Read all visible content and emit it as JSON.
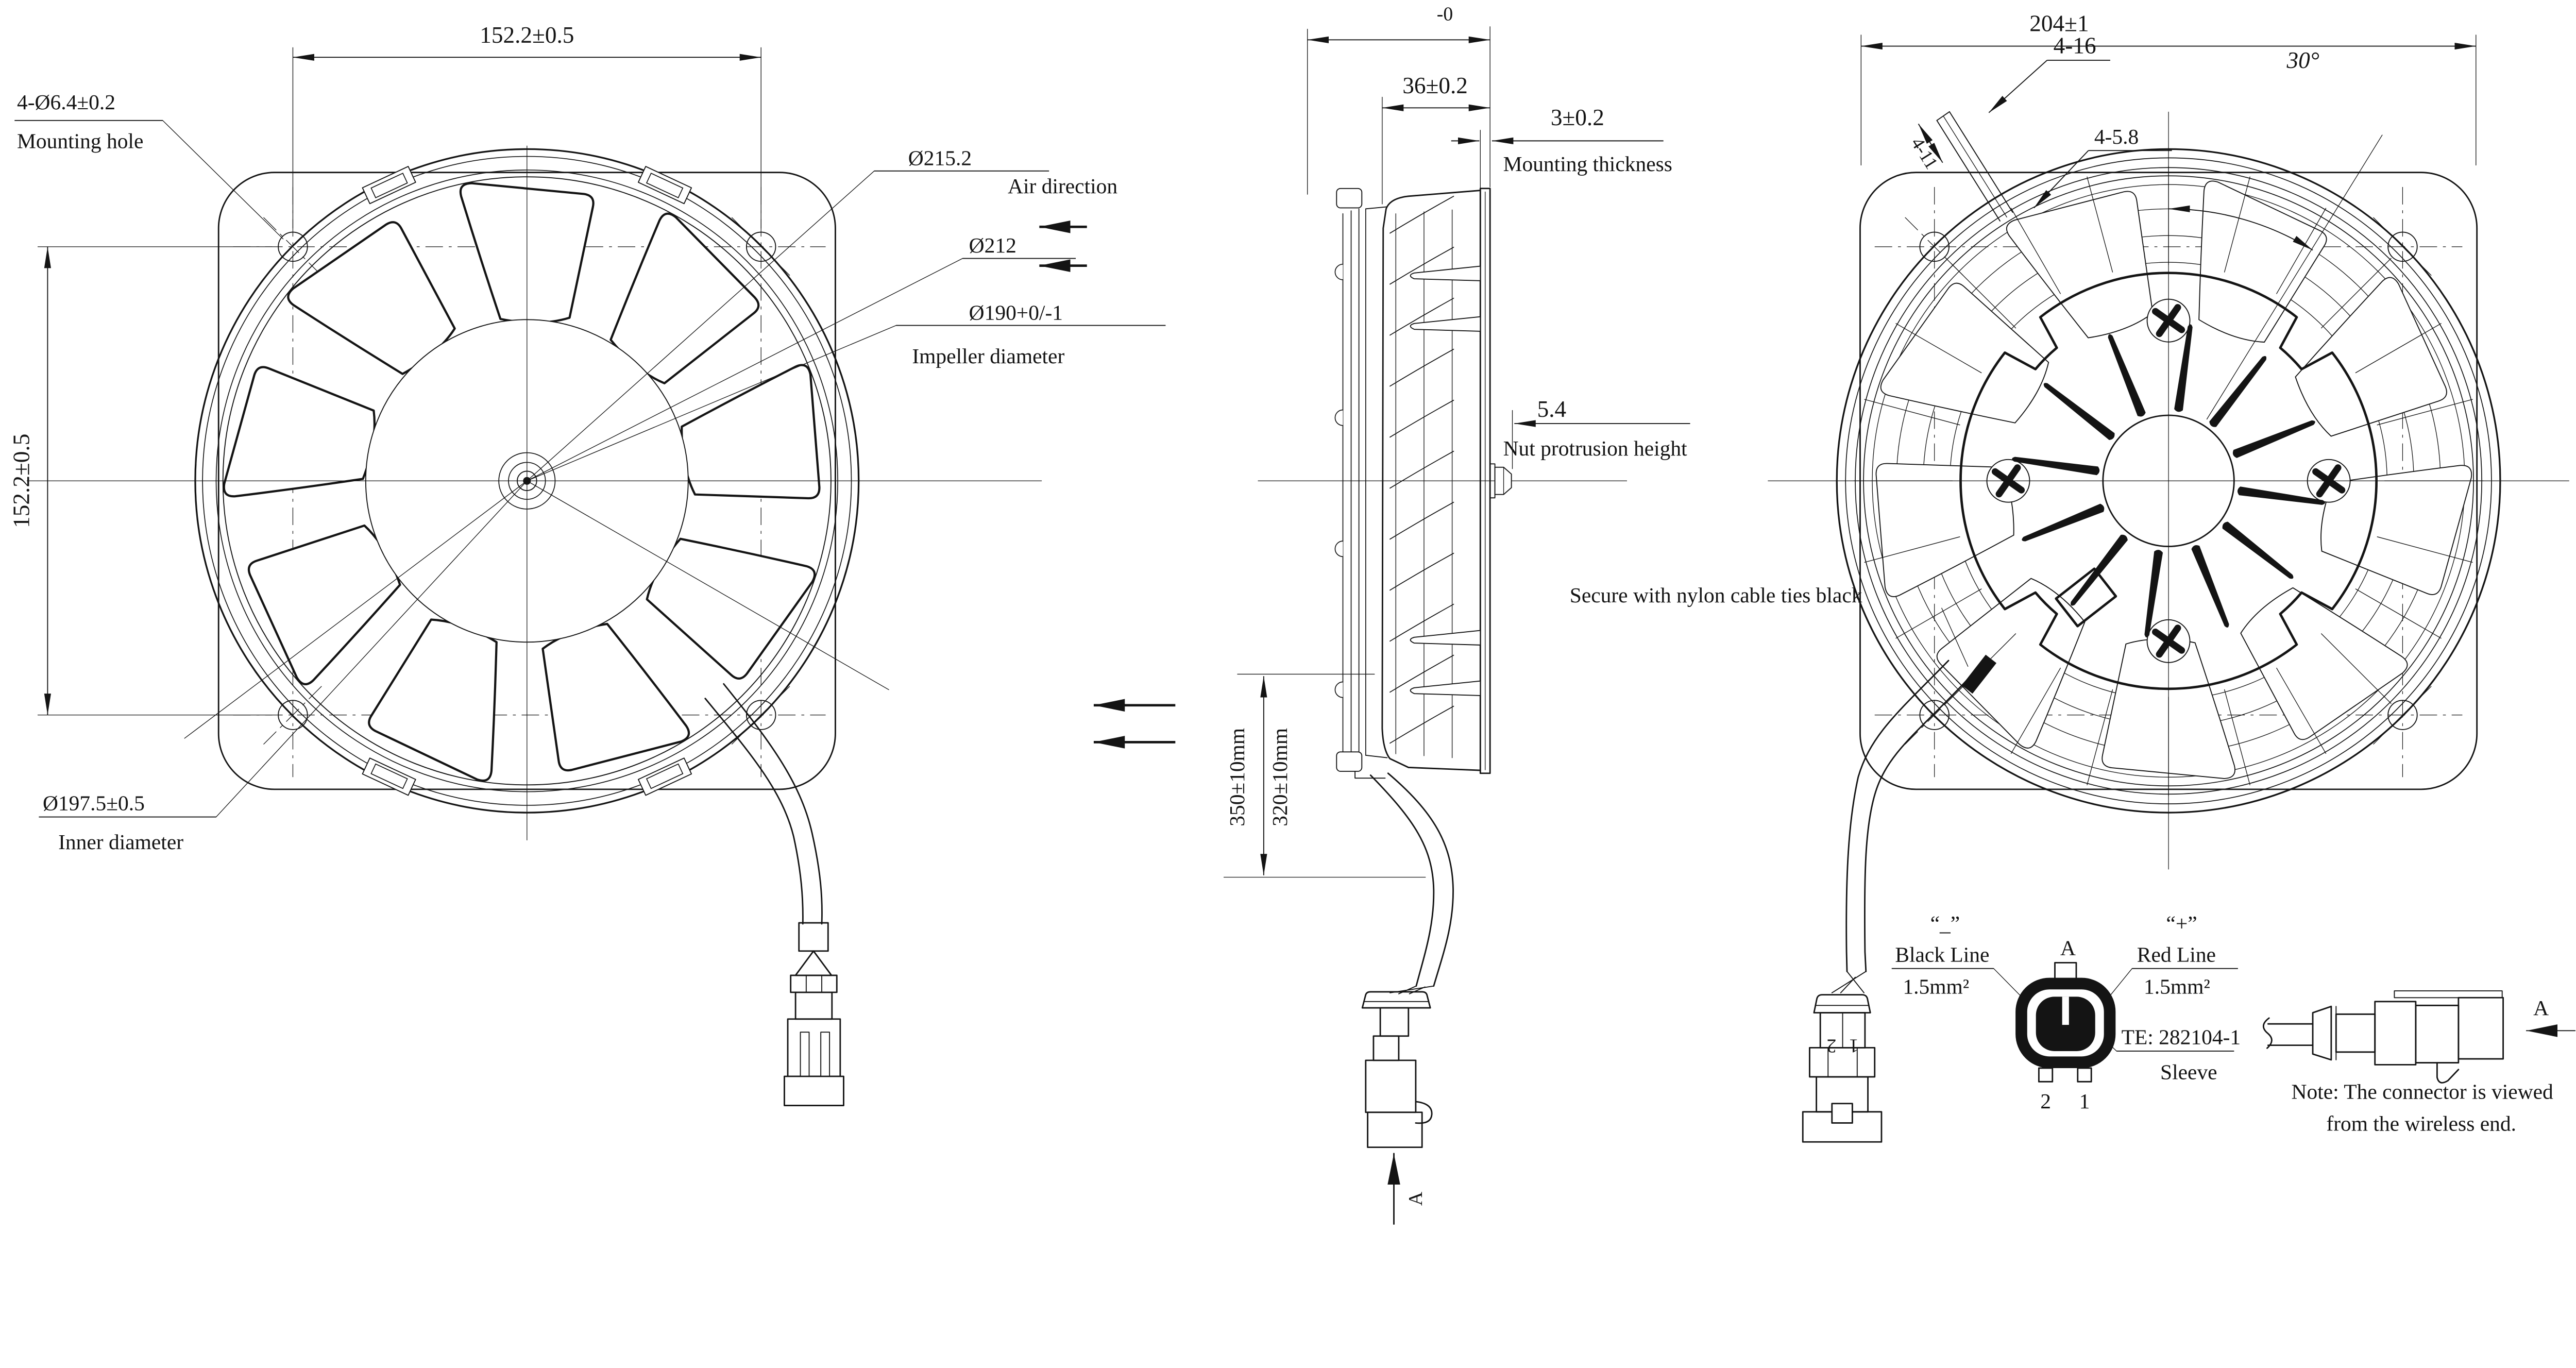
{
  "colors": {
    "background": "#ffffff",
    "line": "#141414"
  },
  "front_view": {
    "dim_width_top": "152.2±0.5",
    "dim_height_left": "152.2±0.5",
    "mounting_hole_dim": "4-Ø6.4±0.2",
    "mounting_hole_label": "Mounting hole",
    "dia_outer": "Ø215.2",
    "dia_frame": "Ø212",
    "dia_impeller": "Ø190+0/-1",
    "dia_impeller_label": "Impeller diameter",
    "dia_inner": "Ø197.5±0.5",
    "dia_inner_label": "Inner diameter"
  },
  "air_flow": {
    "label": "Air direction"
  },
  "side_view": {
    "dim_total_fragment": "-0",
    "dim_depth": "36±0.2",
    "dim_plate": "3±0.2",
    "plate_label": "Mounting thickness",
    "dim_nut": "5.4",
    "nut_label": "Nut protrusion height",
    "wire_length_total": "350±10mm",
    "wire_length_to_connector": "320±10mm",
    "view_label": "A"
  },
  "back_view": {
    "dim_width": "204±1",
    "tab_dim": "4-16",
    "tab_width_dim": "4-11",
    "angle_dim": "30°",
    "slot_dim": "4-5.8",
    "cable_note": "Secure with nylon cable ties black"
  },
  "connector_detail": {
    "negative_mark": "“_”",
    "negative_line": "Black Line",
    "negative_gauge": "1.5mm²",
    "face_label": "A",
    "positive_mark": "“+”",
    "positive_line": "Red Line",
    "positive_gauge": "1.5mm²",
    "part_number": "TE: 282104-1",
    "part_label": "Sleeve",
    "pin_2": "2",
    "pin_1": "1",
    "wire_pin_2": "2",
    "wire_pin_1": "1",
    "side_view_label": "A",
    "note_line_1": "Note: The connector is viewed",
    "note_line_2": "from the wireless end."
  }
}
